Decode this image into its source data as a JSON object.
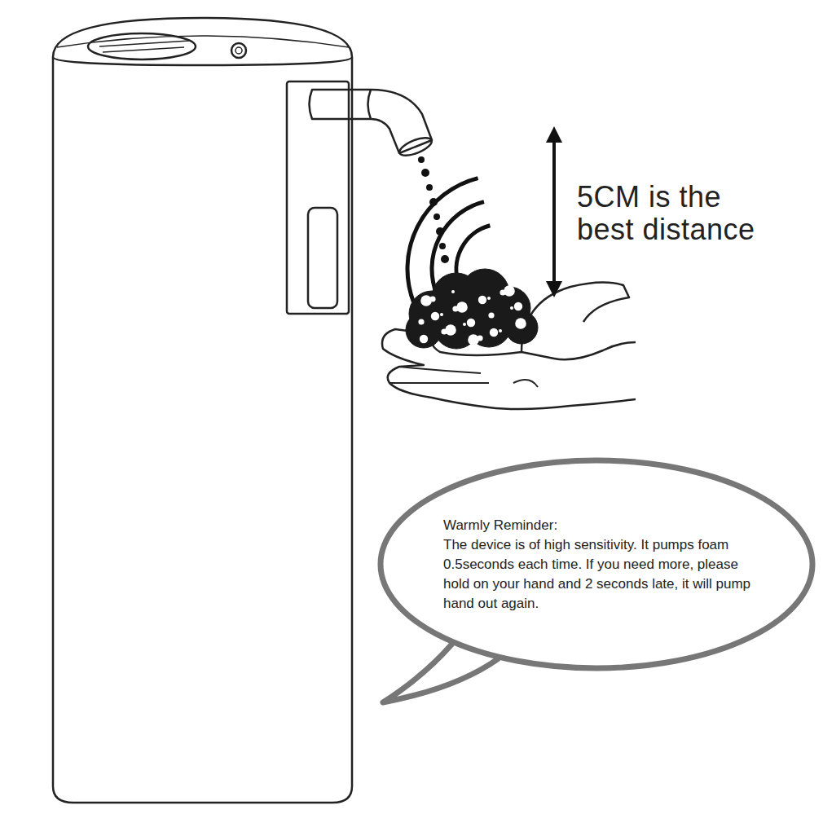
{
  "diagram": {
    "nodes": [
      {
        "text": [
          "Warmly Reminder:",
          "The device is of high sensitivity. It pumps foam 0.5seconds each time. If you need more, please hold on your hand and 2 seconds late, it will pump hand out again."
        ]
      }
    ],
    "labels": [
      "5CM is the best distance"
    ]
  }
}
